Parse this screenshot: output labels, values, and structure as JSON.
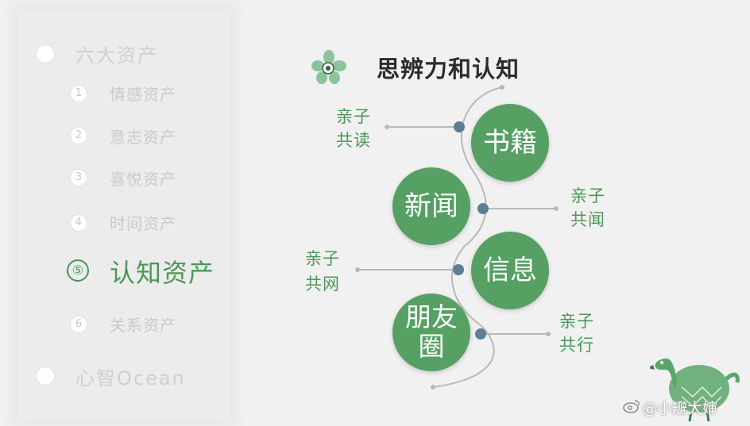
{
  "menu": {
    "top_section": "六大资产",
    "items": [
      {
        "num": "1",
        "label": "情感资产"
      },
      {
        "num": "2",
        "label": "意志资产"
      },
      {
        "num": "3",
        "label": "喜悦资产"
      },
      {
        "num": "4",
        "label": "时间资产"
      },
      {
        "num": "⑤",
        "label": "认知资产"
      },
      {
        "num": "6",
        "label": "关系资产"
      }
    ],
    "bottom_section": "心智Ocean"
  },
  "diagram": {
    "title": "思辨力和认知",
    "nodes": [
      {
        "label_lines": [
          "书籍"
        ]
      },
      {
        "label_lines": [
          "新闻"
        ]
      },
      {
        "label_lines": [
          "信息"
        ]
      },
      {
        "label_lines": [
          "朋友",
          "圈"
        ]
      }
    ],
    "side_labels": [
      {
        "line1": "亲子",
        "line2": "共读"
      },
      {
        "line1": "亲子",
        "line2": "共闻"
      },
      {
        "line1": "亲子",
        "line2": "共网"
      },
      {
        "line1": "亲子",
        "line2": "共行"
      }
    ],
    "colors": {
      "accent": "#55a062",
      "connector_dot": "#5d7e94",
      "line": "#b9b9b9"
    }
  },
  "watermark": "@小瓣大婶"
}
